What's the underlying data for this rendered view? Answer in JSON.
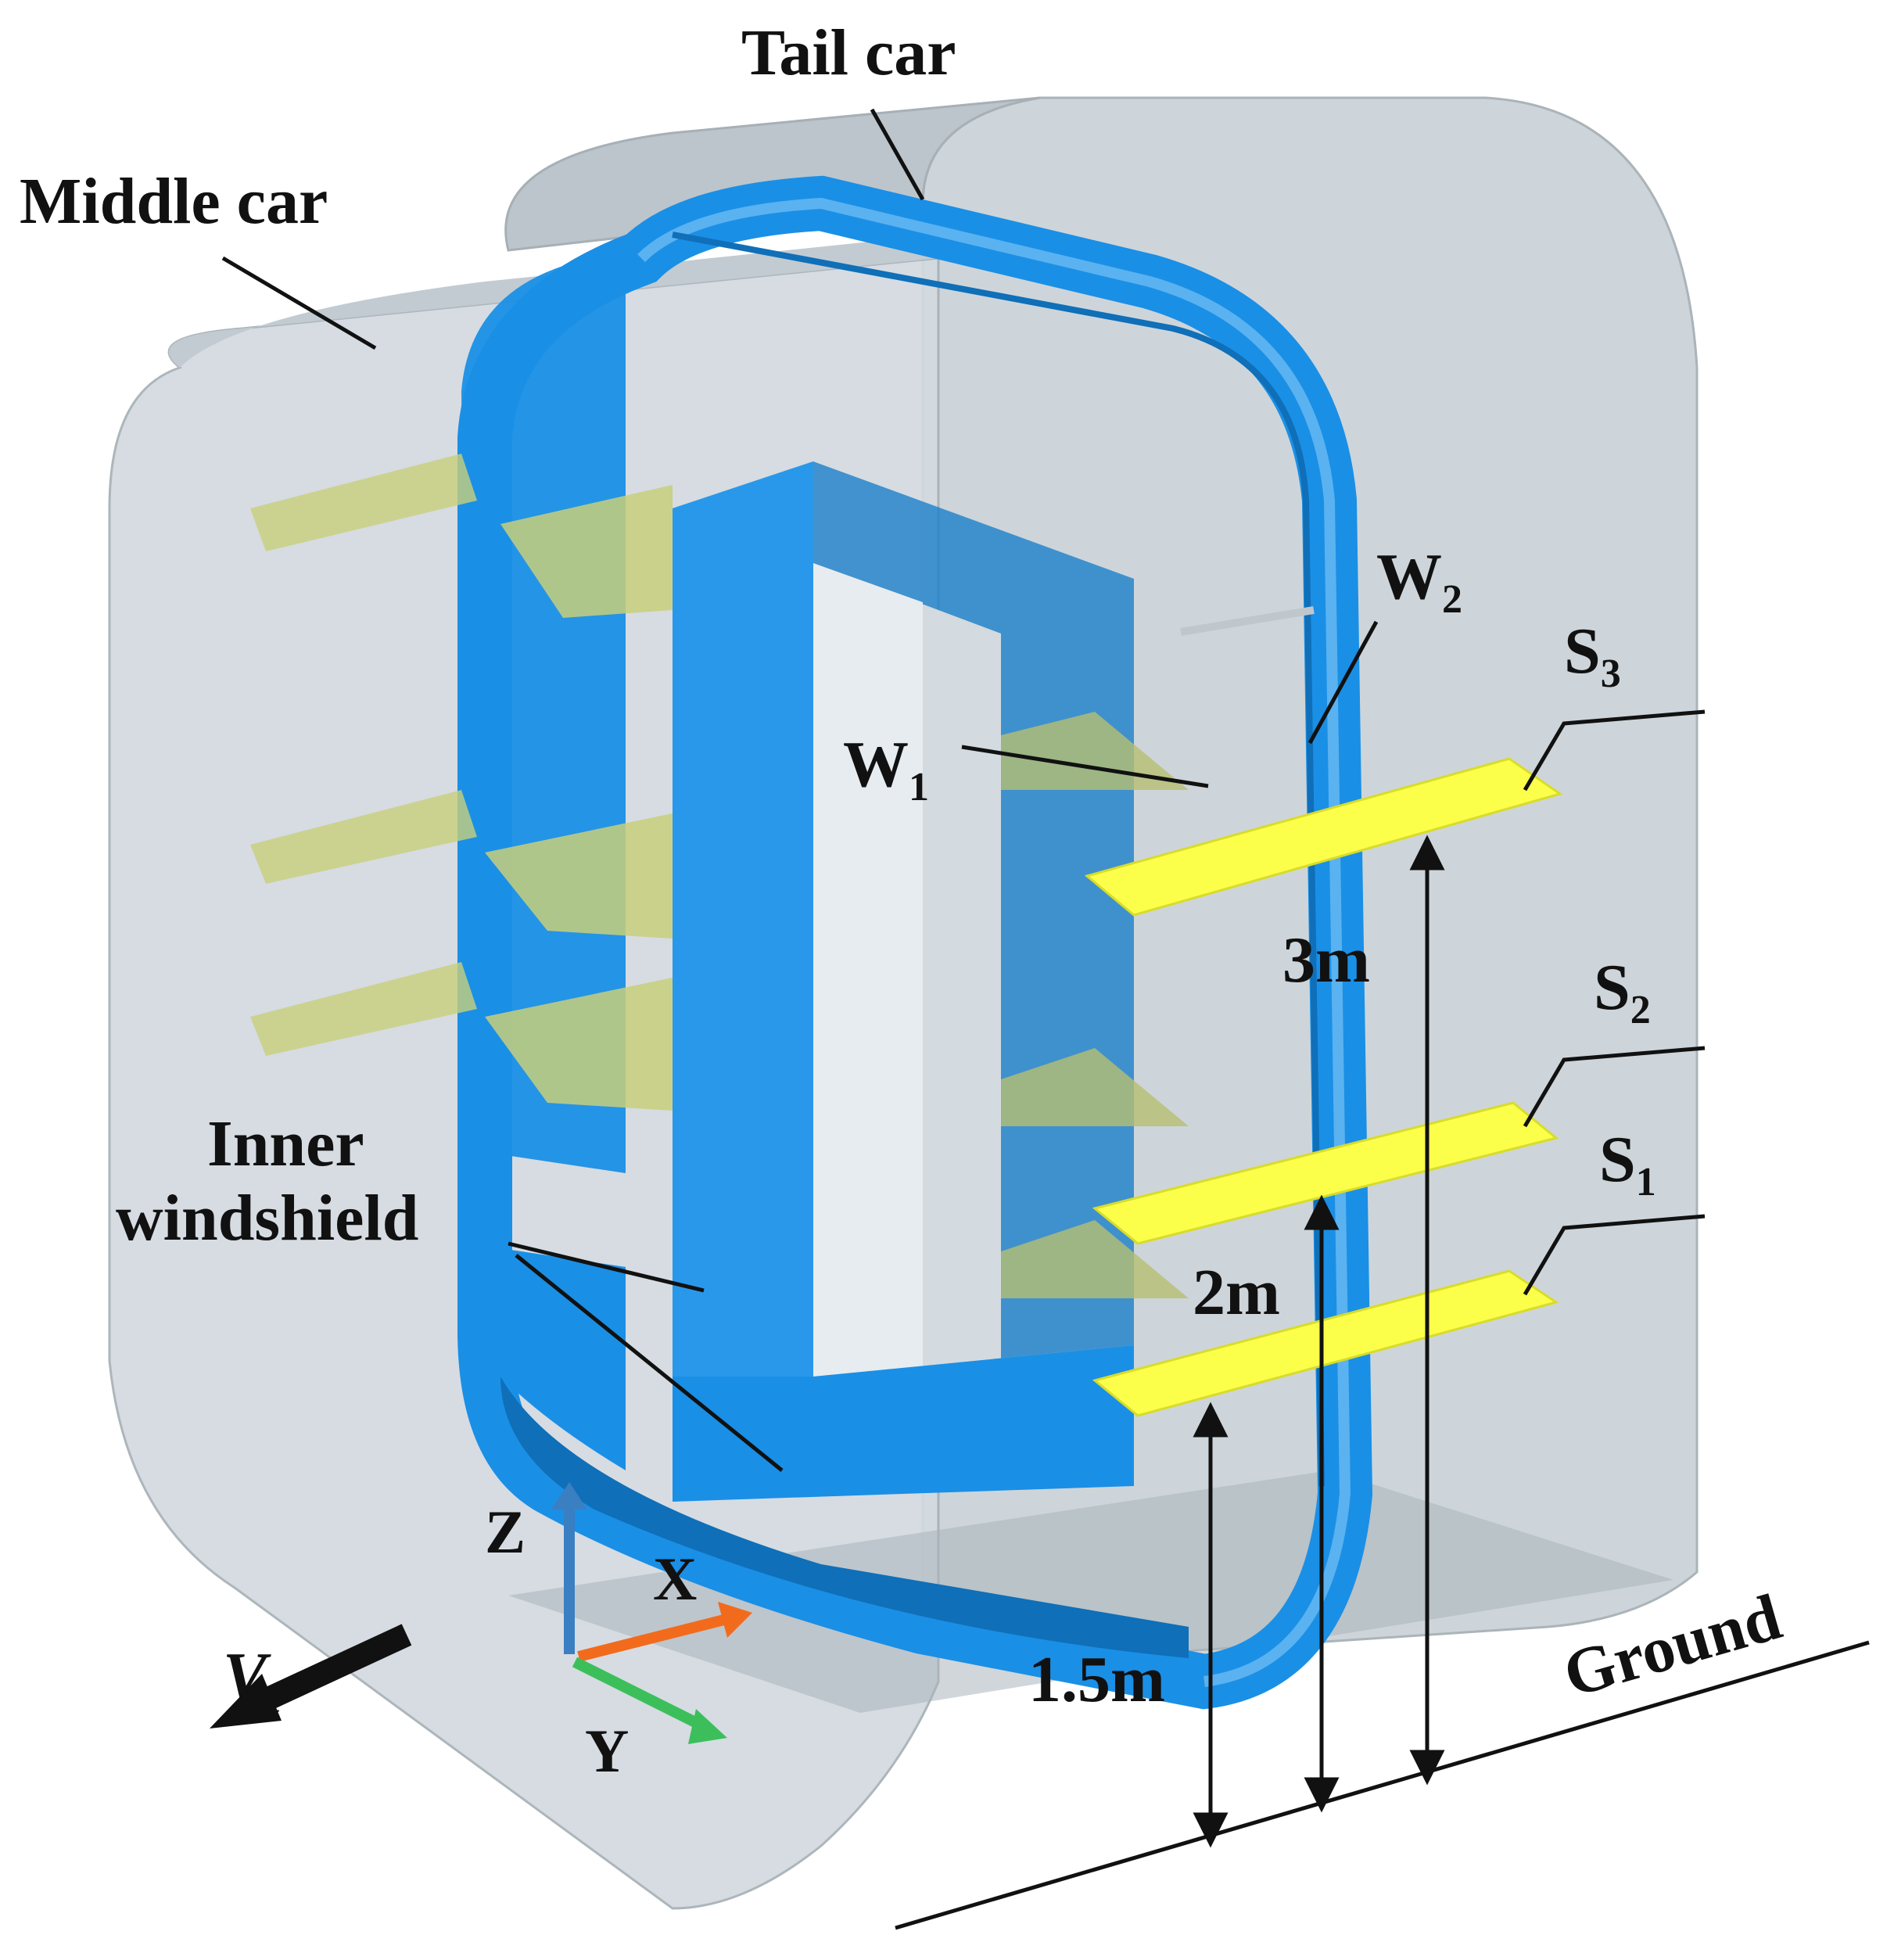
{
  "labels": {
    "tail_car": "Tail car",
    "middle_car": "Middle car",
    "w1_main": "W",
    "w1_sub": "1",
    "w2_main": "W",
    "w2_sub": "2",
    "s3_main": "S",
    "s3_sub": "3",
    "s2_main": "S",
    "s2_sub": "2",
    "s1_main": "S",
    "s1_sub": "1",
    "inner_windshield_line1": "Inner",
    "inner_windshield_line2": "windshield",
    "ground": "Ground",
    "velocity_main": "V",
    "velocity_sub": "t"
  },
  "dimensions": {
    "h3": "3m",
    "h2": "2m",
    "h1": "1.5m"
  },
  "axes": {
    "z": "Z",
    "x": "X",
    "y": "Y"
  },
  "colors": {
    "car_body": "#c9d2d8",
    "car_edge": "#9aa6ad",
    "windshield": "#1a8fe6",
    "windshield_dark": "#0f6fb8",
    "plane_yellow": "#fbff4a",
    "plane_ghost": "#c8cf7a",
    "axis_z": "#3a7fc1",
    "axis_x": "#f26b1d",
    "axis_y": "#3cbf5a"
  }
}
